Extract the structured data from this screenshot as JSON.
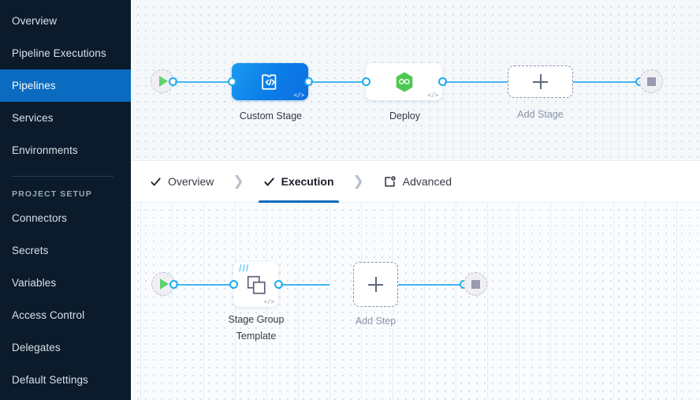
{
  "colors": {
    "sidebar_bg": "#0b1b2b",
    "sidebar_active": "#0a6bc0",
    "connector": "#42b4f0",
    "accent_blue": "#0a6bc0",
    "deploy_green": "#4dc952",
    "stage_blue_gradient_start": "#1b9bf0",
    "stage_blue_gradient_end": "#0f6fe0"
  },
  "sidebar": {
    "items": [
      {
        "label": "Overview",
        "active": false
      },
      {
        "label": "Pipeline Executions",
        "active": false
      },
      {
        "label": "Pipelines",
        "active": true
      },
      {
        "label": "Services",
        "active": false
      },
      {
        "label": "Environments",
        "active": false
      }
    ],
    "section_title": "PROJECT SETUP",
    "setup_items": [
      {
        "label": "Connectors"
      },
      {
        "label": "Secrets"
      },
      {
        "label": "Variables"
      },
      {
        "label": "Access Control"
      },
      {
        "label": "Delegates"
      },
      {
        "label": "Default Settings"
      }
    ]
  },
  "tabs": [
    {
      "label": "Overview",
      "icon": "check-icon",
      "active": false,
      "separator_after": "chevron-right-icon"
    },
    {
      "label": "Execution",
      "icon": "check-icon",
      "active": true,
      "separator_after": "chevron-right-icon"
    },
    {
      "label": "Advanced",
      "icon": "advanced-settings-icon",
      "active": false,
      "separator_after": ""
    }
  ],
  "stage_graph": {
    "start_node": "play-icon",
    "end_node": "stop-icon",
    "nodes": [
      {
        "label": "Custom Stage",
        "icon": "custom-stage-template-icon",
        "badge": "</>",
        "type": "stage",
        "style": "blue"
      },
      {
        "label": "Deploy",
        "icon": "deploy-hexagon-icon",
        "badge": "</>",
        "type": "stage",
        "style": "white"
      },
      {
        "label": "Add Stage",
        "icon": "plus-icon",
        "type": "add",
        "style": "dashed"
      }
    ]
  },
  "step_graph": {
    "start_node": "play-icon",
    "end_node": "stop-icon",
    "nodes": [
      {
        "label": "Stage Group\nTemplate",
        "icon": "step-group-icon",
        "badge": "</>",
        "marker": "template-bars-icon",
        "type": "step",
        "style": "white"
      },
      {
        "label": "Add Step",
        "icon": "plus-icon",
        "type": "add",
        "style": "dashed"
      }
    ]
  }
}
